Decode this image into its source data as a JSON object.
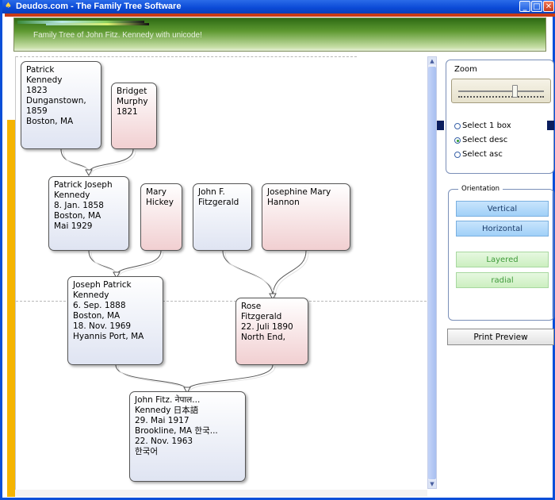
{
  "window": {
    "title": "Deudos.com - The Family Tree Software",
    "controls": {
      "minimize": "_",
      "maximize": "□",
      "close": "✕"
    },
    "app_icon": "tree-icon"
  },
  "banner": {
    "title": "Family Tree of John Fitz. Kennedy with unicode!"
  },
  "tree": {
    "nodes": [
      {
        "id": "patrick-kennedy",
        "sex": "m",
        "lines": [
          "Patrick",
          "Kennedy",
          "1823",
          "Dunganstown,",
          "1859",
          "Boston, MA"
        ]
      },
      {
        "id": "bridget-murphy",
        "sex": "f",
        "lines": [
          "Bridget",
          "Murphy",
          "1821"
        ]
      },
      {
        "id": "patrick-joseph-kennedy",
        "sex": "m",
        "lines": [
          "Patrick Joseph",
          "Kennedy",
          "8. Jan. 1858",
          "Boston, MA",
          "Mai 1929"
        ]
      },
      {
        "id": "mary-hickey",
        "sex": "f",
        "lines": [
          "Mary",
          "Hickey"
        ]
      },
      {
        "id": "john-f-fitzgerald",
        "sex": "m",
        "lines": [
          "John F.",
          "Fitzgerald"
        ]
      },
      {
        "id": "josephine-mary-hannon",
        "sex": "f",
        "lines": [
          "Josephine Mary",
          "Hannon"
        ]
      },
      {
        "id": "joseph-patrick-kennedy",
        "sex": "m",
        "lines": [
          "Joseph Patrick",
          "Kennedy",
          "6. Sep. 1888",
          "Boston, MA",
          "18. Nov. 1969",
          "Hyannis Port, MA"
        ]
      },
      {
        "id": "rose-fitzgerald",
        "sex": "f",
        "lines": [
          "Rose",
          "Fitzgerald",
          "22. Juli 1890",
          "North End,"
        ]
      },
      {
        "id": "john-fitz-kennedy",
        "sex": "m",
        "lines": [
          "John Fitz. नेपाल...",
          "Kennedy 日本語",
          "29. Mai 1917",
          "Brookline, MA 한국...",
          "22. Nov. 1963",
          "한국어"
        ]
      }
    ]
  },
  "side": {
    "zoom_label": "Zoom",
    "zoom_level": 0.66,
    "radios": [
      {
        "label": "Select 1 box",
        "checked": false
      },
      {
        "label": "Select desc",
        "checked": true
      },
      {
        "label": "Select asc",
        "checked": false
      }
    ],
    "orientation_legend": "Orientation",
    "buttons": {
      "vertical": "Vertical",
      "horizontal": "Horizontal",
      "layered": "Layered",
      "radial": "radial"
    },
    "print_preview": "Print Preview"
  },
  "colors": {
    "male_box": "#dfe4f2",
    "female_box": "#f1cfd1",
    "titlebar": "#0b49d6",
    "accent_yellow": "#f5b400"
  },
  "scrollbar": {
    "up": "▲",
    "down": "▼"
  }
}
